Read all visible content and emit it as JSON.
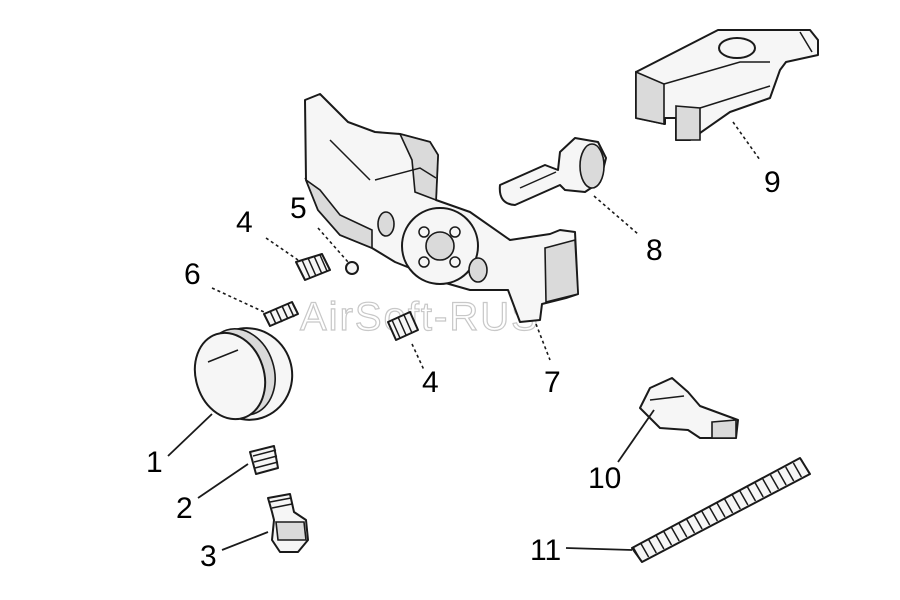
{
  "watermark": "AirSoft-RUS",
  "callouts": {
    "c1": "1",
    "c2": "2",
    "c3": "3",
    "c4a": "4",
    "c4b": "4",
    "c5": "5",
    "c6": "6",
    "c7": "7",
    "c8": "8",
    "c9": "9",
    "c10": "10",
    "c11": "11"
  }
}
